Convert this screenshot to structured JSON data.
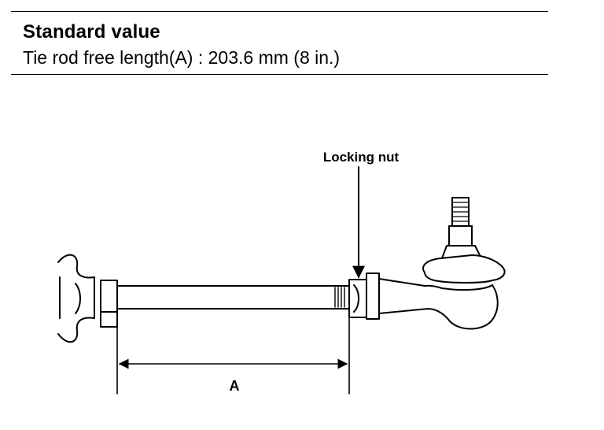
{
  "spec": {
    "heading": "Standard value",
    "line": "Tie rod free length(A) : 203.6 mm (8 in.)"
  },
  "diagram": {
    "callout_label": "Locking nut",
    "dimension_label": "A"
  }
}
